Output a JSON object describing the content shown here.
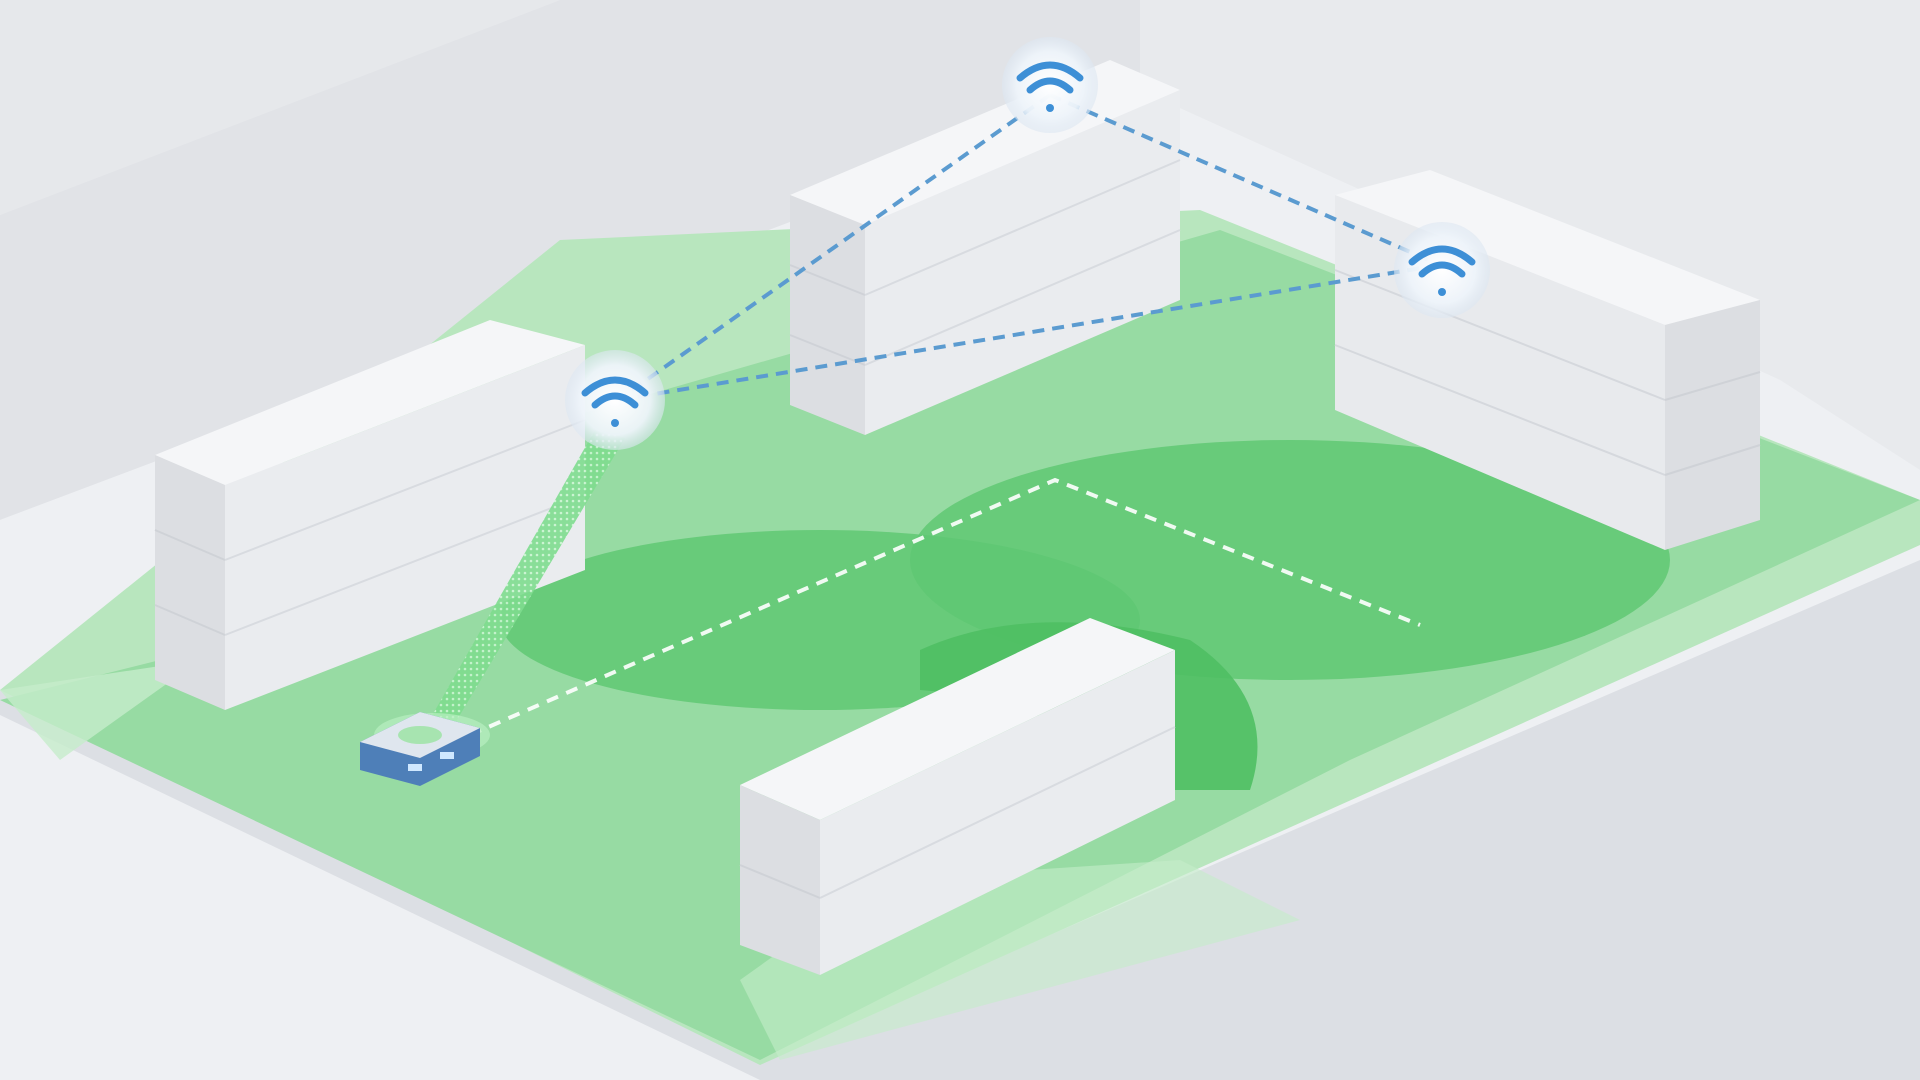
{
  "scene": {
    "description_visible_text": "",
    "colors": {
      "background": "#eceef1",
      "wall": "#e3e5e9",
      "floor_light": "#a8e0b0",
      "floor_mid": "#7fd490",
      "floor_dark": "#4fbf63",
      "building_top": "#f4f5f7",
      "building_side": "#dfe1e5",
      "building_front": "#e9ebee",
      "connection_line": "#5b9bd0",
      "path_line": "#ffffff",
      "signal_beam": "#8fe39c",
      "wifi_icon": "#3d8fd6"
    },
    "access_points": [
      {
        "id": "ap-top",
        "icon": "wifi-icon"
      },
      {
        "id": "ap-right",
        "icon": "wifi-icon"
      },
      {
        "id": "ap-left",
        "icon": "wifi-icon"
      }
    ],
    "robot": {
      "icon": "robot-vehicle-icon"
    }
  }
}
